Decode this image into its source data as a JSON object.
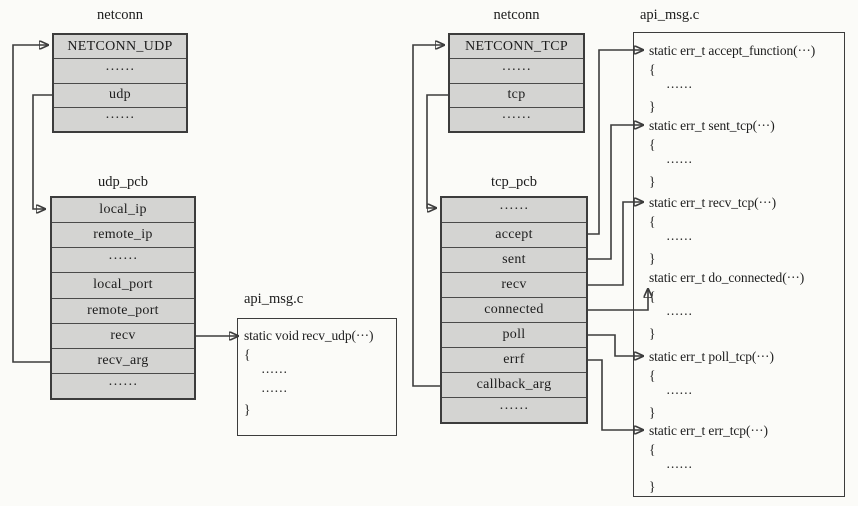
{
  "diagram": {
    "colors": {
      "background": "#fbfbf8",
      "cell_fill": "#d4d4d2",
      "line": "#3c3c3c",
      "text": "#1c1c1c"
    },
    "tables": {
      "netconn_udp": {
        "title": "netconn",
        "rows": [
          "NETCONN_UDP",
          "······",
          "udp",
          "······"
        ]
      },
      "udp_pcb": {
        "title": "udp_pcb",
        "rows": [
          "local_ip",
          "remote_ip",
          "······",
          "local_port",
          "remote_port",
          "recv",
          "recv_arg",
          "······"
        ]
      },
      "netconn_tcp": {
        "title": "netconn",
        "rows": [
          "NETCONN_TCP",
          "······",
          "tcp",
          "······"
        ]
      },
      "tcp_pcb": {
        "title": "tcp_pcb",
        "rows": [
          "······",
          "accept",
          "sent",
          "recv",
          "connected",
          "poll",
          "errf",
          "callback_arg",
          "······"
        ]
      }
    },
    "code_boxes": {
      "udp": {
        "title": "api_msg.c",
        "functions": [
          {
            "signature": "static void recv_udp(···)",
            "body": [
              "{",
              "······",
              "······",
              "}"
            ]
          }
        ]
      },
      "tcp": {
        "title": "api_msg.c",
        "functions": [
          {
            "signature": "static err_t accept_function(···)",
            "body": [
              "{",
              "······",
              "}"
            ]
          },
          {
            "signature": "static err_t sent_tcp(···)",
            "body": [
              "{",
              "······",
              "}"
            ]
          },
          {
            "signature": "static err_t recv_tcp(···)",
            "body": [
              "{",
              "······",
              "}"
            ]
          },
          {
            "signature": "static err_t do_connected(···)",
            "body": [
              "{",
              "······",
              "}"
            ]
          },
          {
            "signature": "static err_t poll_tcp(···)",
            "body": [
              "{",
              "······",
              "}"
            ]
          },
          {
            "signature": "static err_t err_tcp(···)",
            "body": [
              "{",
              "······",
              "}"
            ]
          }
        ]
      }
    }
  }
}
